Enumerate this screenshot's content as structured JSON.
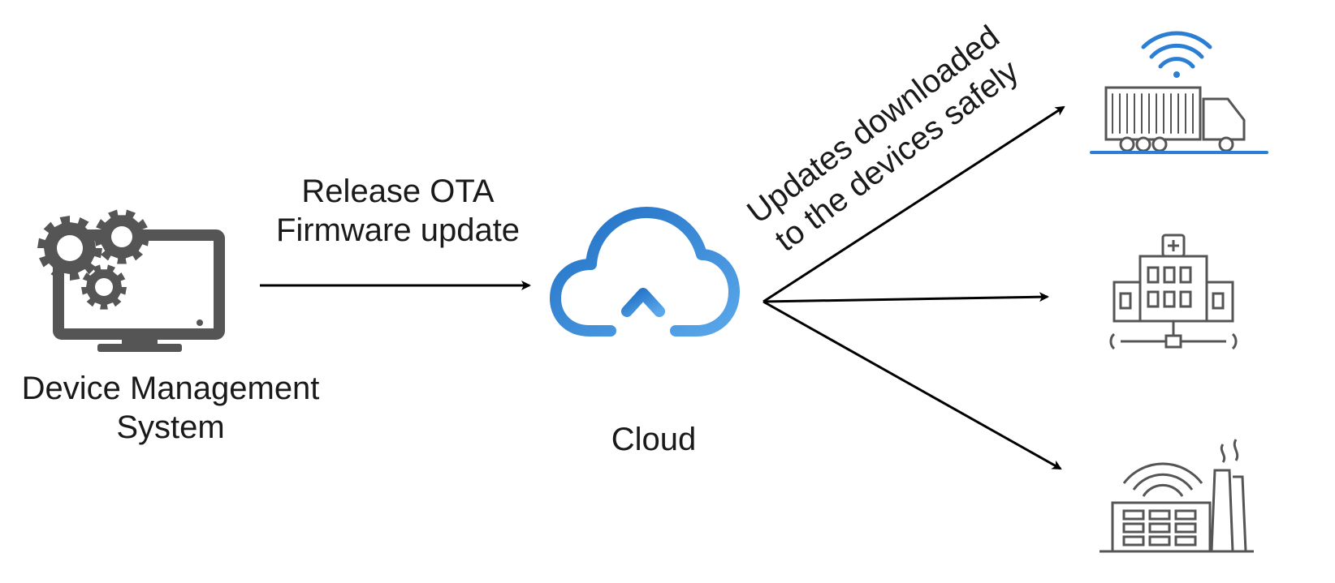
{
  "nodes": {
    "device_management": {
      "label_line1": "Device Management",
      "label_line2": "System",
      "icon": "computer-gears-icon"
    },
    "cloud": {
      "label": "Cloud",
      "icon": "cloud-upload-icon"
    },
    "truck": {
      "icon": "connected-truck-icon"
    },
    "hospital": {
      "icon": "connected-hospital-icon"
    },
    "factory": {
      "icon": "connected-factory-icon"
    }
  },
  "edges": {
    "release": {
      "label_line1": "Release OTA",
      "label_line2": "Firmware update"
    },
    "distribution": {
      "label_line1": "Updates downloaded",
      "label_line2": "to the devices safely"
    }
  },
  "colors": {
    "icon_gray": "#555555",
    "accent_blue": "#2a7fd4",
    "arrow": "#000000"
  }
}
